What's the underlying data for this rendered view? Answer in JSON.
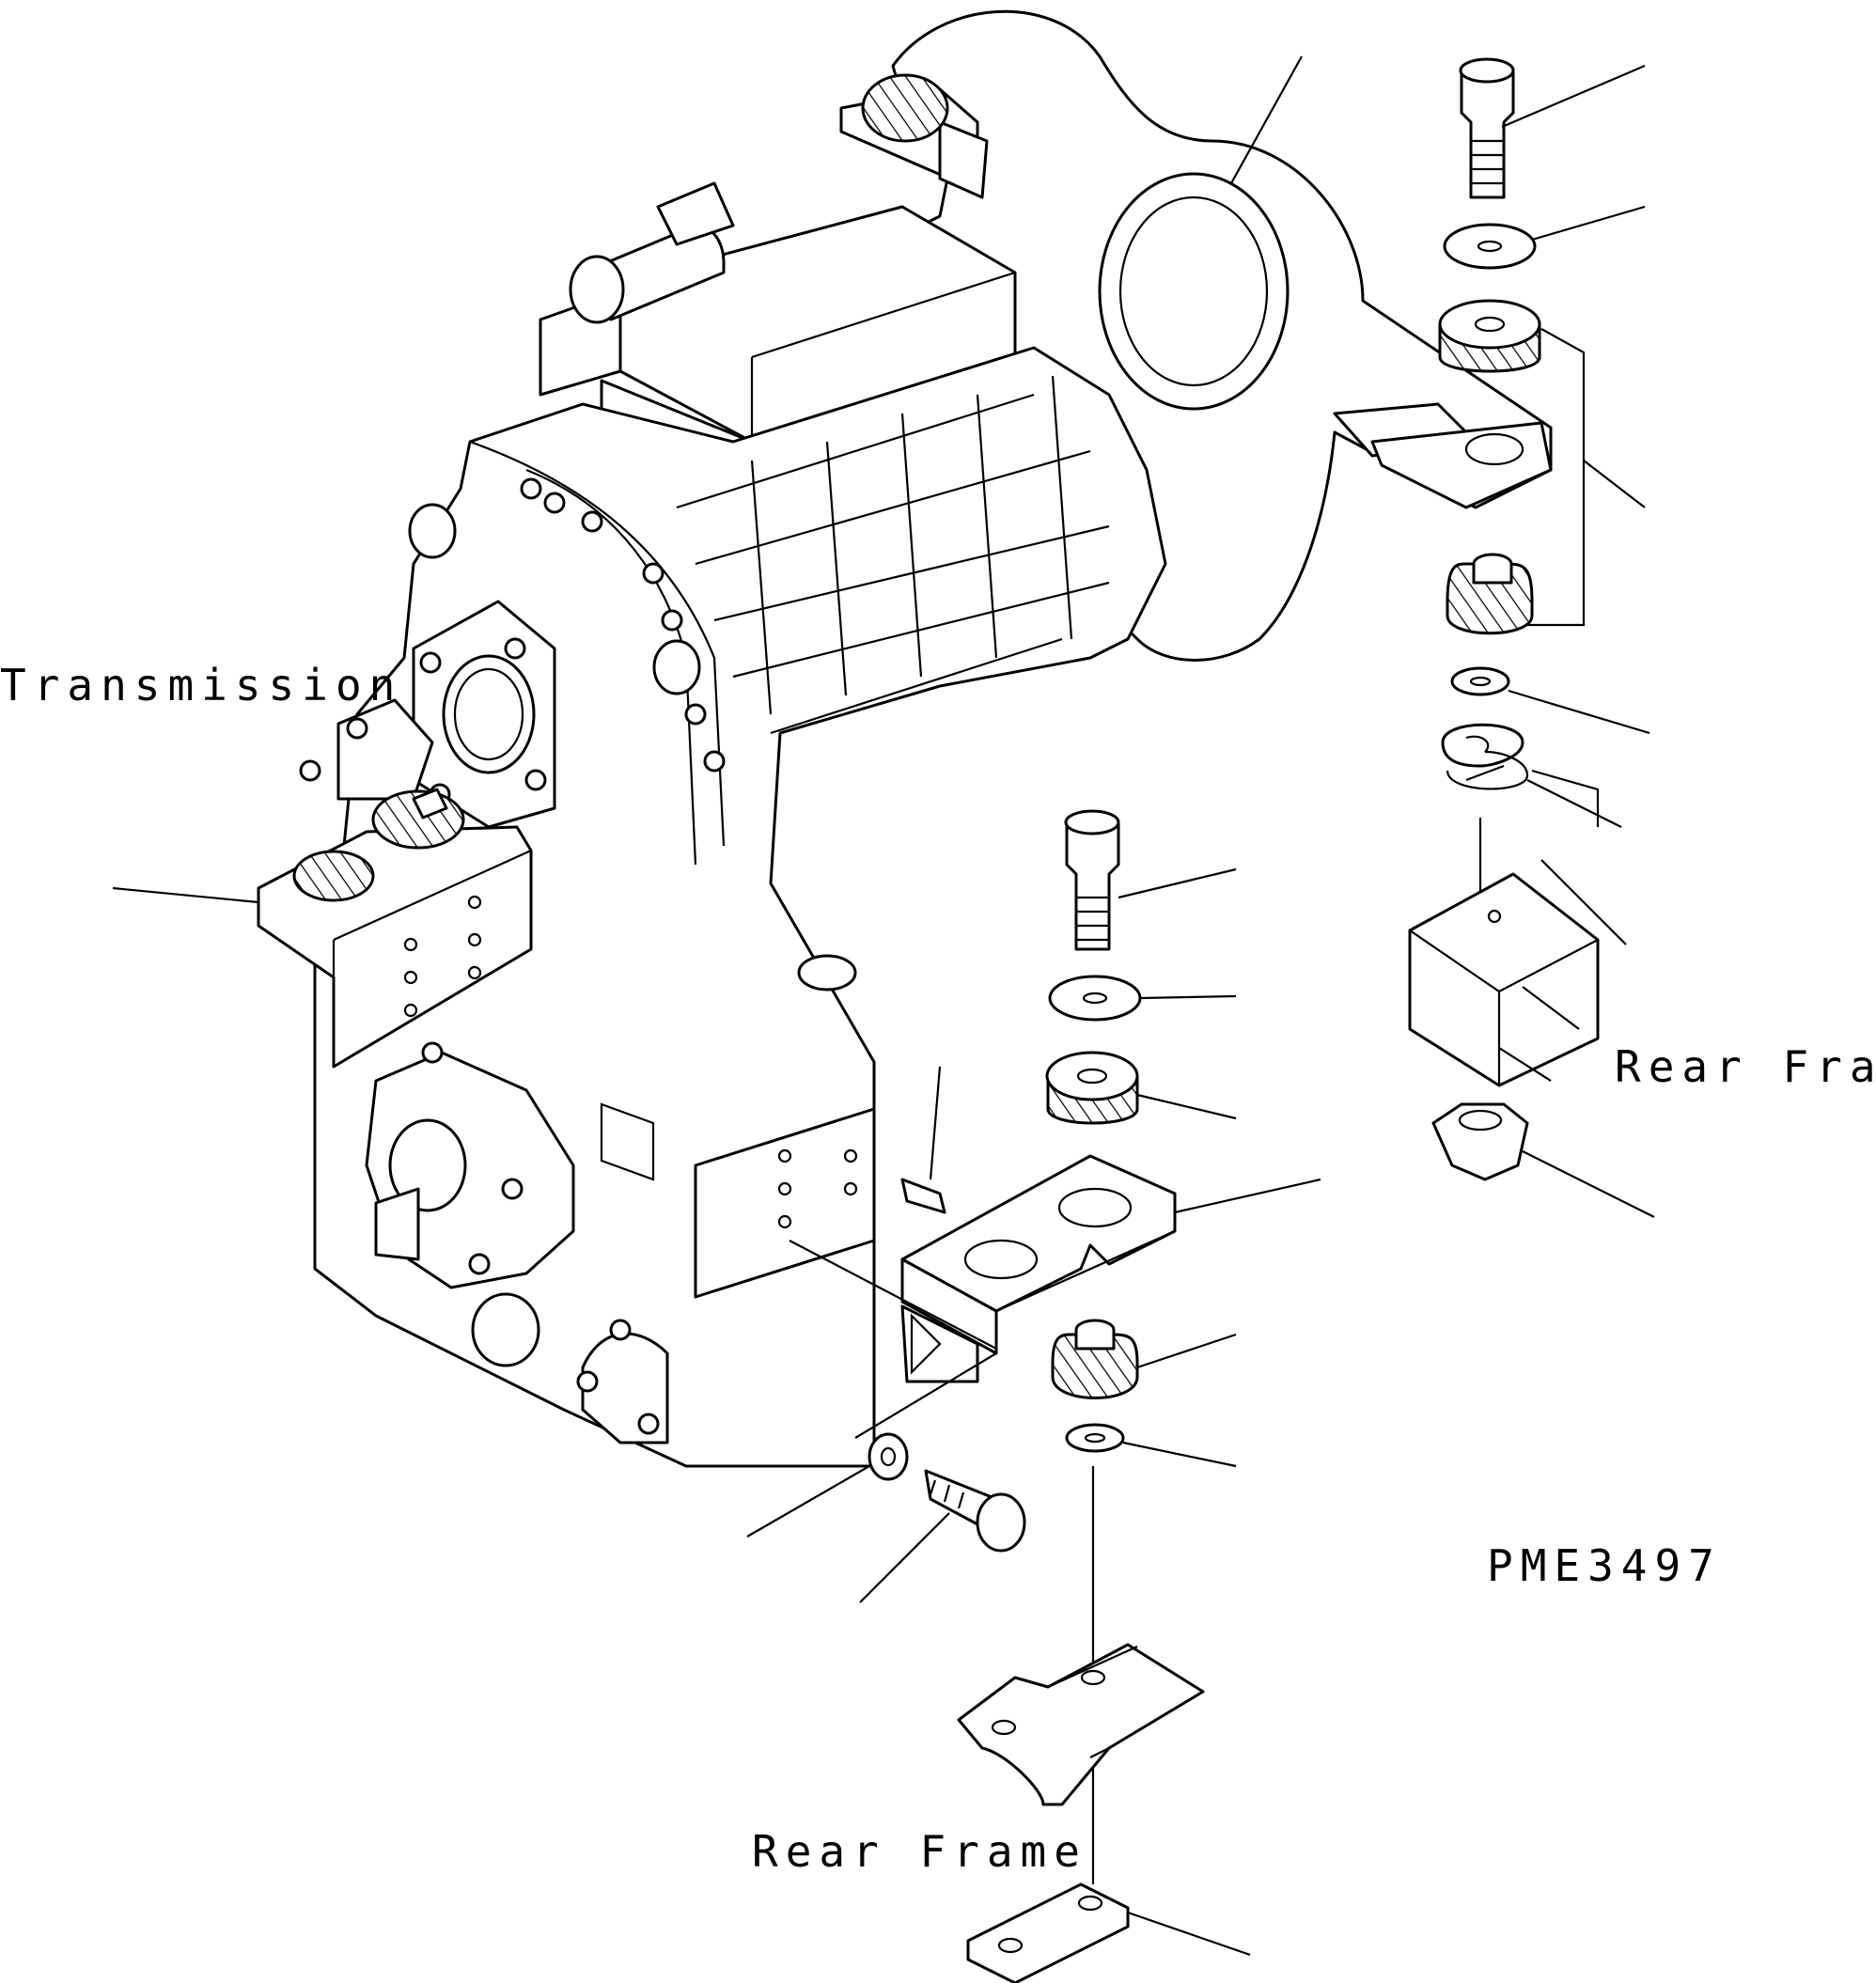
{
  "labels": {
    "transmission": "Transmission",
    "rear_frame_right": "Rear Frame",
    "rear_frame_bottom": "Rear Frame",
    "drawing_code": "PME3497"
  },
  "colors": {
    "line": "#000000",
    "background": "#ffffff"
  }
}
